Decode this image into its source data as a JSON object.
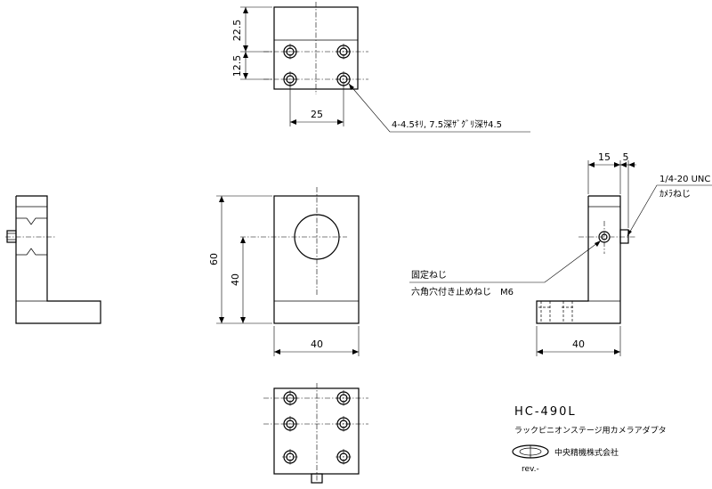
{
  "dimensions": {
    "top_height_upper": "22.5",
    "top_height_lower": "12.5",
    "top_width": "25",
    "front_height_total": "60",
    "front_height_center": "40",
    "front_width": "40",
    "right_offset_1": "15",
    "right_offset_2": "5",
    "right_width": "40"
  },
  "notes": {
    "hole_callout": "4-4.5ｷﾘ, 7.5深ｻﾞｸﾞﾘ深ｻ4.5",
    "thread_size": "1/4-20 UNC",
    "camera_screw": "ｶﾒﾗねじ",
    "fixing_screw": "固定ねじ",
    "hex_set_screw": "六角穴付き止めねじ　M6"
  },
  "title_block": {
    "model": "HC-490L",
    "description": "ラックピニオンステージ用カメラアダプタ",
    "company": "中央精機株式会社",
    "revision": "rev.-"
  }
}
